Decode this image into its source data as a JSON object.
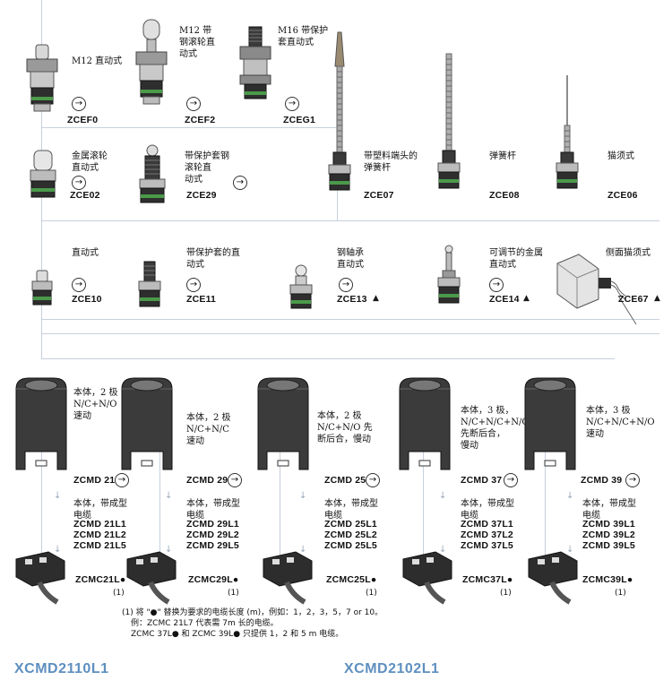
{
  "row1": [
    {
      "label": "M12 直动式",
      "code": "ZCEF0"
    },
    {
      "label": "M12 带\n钢滚轮直\n动式",
      "code": "ZCEF2"
    },
    {
      "label": "M16 带保护\n套直动式",
      "code": "ZCEG1"
    }
  ],
  "row2": [
    {
      "label": "金属滚轮\n直动式",
      "code": "ZCE02"
    },
    {
      "label": "带保护套钢\n滚轮直\n动式",
      "code": "ZCE29"
    }
  ],
  "rods": [
    {
      "label": "带塑料端头的\n弹簧杆",
      "code": "ZCE07"
    },
    {
      "label": "弹簧杆",
      "code": "ZCE08"
    },
    {
      "label": "猫须式",
      "code": "ZCE06"
    }
  ],
  "row3": [
    {
      "label": "直动式",
      "code": "ZCE10",
      "mark": ""
    },
    {
      "label": "带保护套的直\n动式",
      "code": "ZCE11",
      "mark": ""
    },
    {
      "label": "钢轴承\n直动式",
      "code": "ZCE13",
      "mark": "▲"
    },
    {
      "label": "可调节的金属\n直动式",
      "code": "ZCE14",
      "mark": "▲"
    },
    {
      "label": "侧面猫须式",
      "code": "ZCE67",
      "mark": "▲"
    }
  ],
  "bodies": [
    {
      "desc": "本体，2 极\nN/C+N/O\n速动",
      "code": "ZCMD 21",
      "cable_desc": "本体，带成型\n电缆",
      "cables": [
        "ZCMD 21L1",
        "ZCMD 21L2",
        "ZCMD 21L5"
      ],
      "connector": "ZCMC21L●",
      "note_ref": "(1)"
    },
    {
      "desc": "本体，2 极\nN/C+N/C\n速动",
      "code": "ZCMD 29",
      "cable_desc": "本体，带成型\n电缆",
      "cables": [
        "ZCMD 29L1",
        "ZCMD 29L2",
        "ZCMD 29L5"
      ],
      "connector": "ZCMC29L●",
      "note_ref": "(1)"
    },
    {
      "desc": "本体，2 极\nN/C+N/O 先\n断后合，慢动",
      "code": "ZCMD 25",
      "cable_desc": "本体，带成型\n电缆",
      "cables": [
        "ZCMD 25L1",
        "ZCMD 25L2",
        "ZCMD 25L5"
      ],
      "connector": "ZCMC25L●",
      "note_ref": "(1)"
    },
    {
      "desc": "本体，3 极，\nN/C+N/C+N/O,\n先断后合，\n慢动",
      "code": "ZCMD 37",
      "cable_desc": "本体，带成型\n电缆",
      "cables": [
        "ZCMD 37L1",
        "ZCMD 37L2",
        "ZCMD 37L5"
      ],
      "connector": "ZCMC37L●",
      "note_ref": "(1)"
    },
    {
      "desc": "本体，3 极\nN/C+N/C+N/O\n速动",
      "code": "ZCMD 39",
      "cable_desc": "本体，带成型\n电缆",
      "cables": [
        "ZCMD 39L1",
        "ZCMD 39L2",
        "ZCMD 39L5"
      ],
      "connector": "ZCMC39L●",
      "note_ref": "(1)"
    }
  ],
  "footnote": [
    "(1) 将 \"●\" 替换为要求的电缆长度 (m)，例如：1，2，3，5，7 or 10。",
    "例：ZCMC 21L7 代表需 7m 长的电缆。",
    "ZCMC 37L● 和 ZCMC 39L● 只提供 1，2 和 5 m 电缆。"
  ],
  "footer": {
    "left": "XCMD2110L1",
    "right": "XCMD2102L1"
  },
  "arrow_glyph": "→",
  "colors": {
    "footer_blue": "#5e8fc0",
    "line": "#c6d0dc"
  }
}
